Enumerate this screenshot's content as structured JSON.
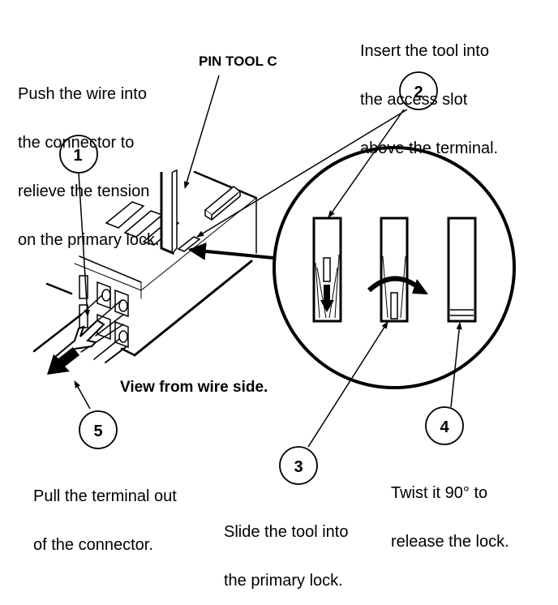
{
  "figure": {
    "type": "technical-illustration",
    "subject": "Connector terminal removal with pin tool",
    "colors": {
      "ink": "#000000",
      "background": "#ffffff"
    }
  },
  "labels": {
    "tool_name": "PIN TOOL C",
    "view_note": "View from wire side."
  },
  "steps": [
    {
      "number": "1",
      "text": [
        "Push the wire into",
        "the connector to",
        "relieve the tension",
        "on the primary lock."
      ]
    },
    {
      "number": "2",
      "text": [
        "Insert the tool into",
        "the access slot",
        "above the terminal."
      ]
    },
    {
      "number": "3",
      "text": [
        "Slide the tool into",
        "the primary lock."
      ]
    },
    {
      "number": "4",
      "text": [
        "Twist it 90° to",
        "release the lock."
      ]
    },
    {
      "number": "5",
      "text": [
        "Pull the terminal out",
        "of the connector."
      ]
    }
  ],
  "detail_view": {
    "panels": [
      "tool-inserted-in-slot",
      "tool-twisted",
      "lock-released"
    ],
    "twist_angle_deg": 90
  }
}
